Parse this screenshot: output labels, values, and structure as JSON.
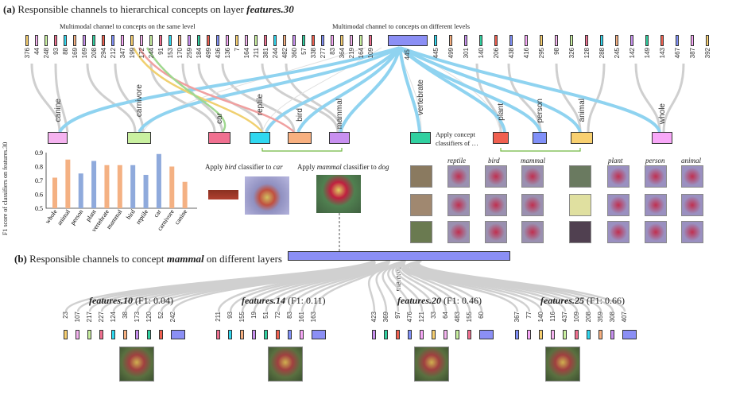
{
  "section_a": {
    "prefix": "(a)",
    "text": "Responsible channels to hierarchical concepts on layer ",
    "layer": "features.30"
  },
  "section_b": {
    "prefix": "(b)",
    "text": "Responsible channels to concept ",
    "concept": "mammal",
    "suffix": " on different layers"
  },
  "note_same_level": "Multimodal channel to concepts on the same level",
  "note_diff_levels": "Multimodal channel to concepts on different levels",
  "channels": [
    "376",
    "44",
    "248",
    "93",
    "88",
    "169",
    "169",
    "208",
    "294",
    "212",
    "347",
    "199",
    "172",
    "244",
    "91",
    "153",
    "170",
    "259",
    "184",
    "499",
    "436",
    "136",
    "7",
    "164",
    "211",
    "381",
    "244",
    "482",
    "360",
    "57",
    "338",
    "277",
    "83",
    "364",
    "219",
    "164",
    "109",
    "445",
    "499",
    "301",
    "140",
    "206",
    "438",
    "416",
    "295",
    "98",
    "326",
    "128",
    "288",
    "245",
    "142",
    "149",
    "143",
    "467",
    "387",
    "392"
  ],
  "big_channel": "445",
  "concepts": [
    {
      "label": "canine",
      "color": "#f5b3f0"
    },
    {
      "label": "carnivore",
      "color": "#c9f0a0"
    },
    {
      "label": "car",
      "color": "#f07090"
    },
    {
      "label": "reptile",
      "color": "#30d8f0"
    },
    {
      "label": "bird",
      "color": "#f8b080"
    },
    {
      "label": "mammal",
      "color": "#c890f0"
    },
    {
      "label": "vertebrate",
      "color": "#30d0a0"
    },
    {
      "label": "plant",
      "color": "#f06050"
    },
    {
      "label": "person",
      "color": "#8090f8"
    },
    {
      "label": "animal",
      "color": "#f8d070"
    },
    {
      "label": "whole",
      "color": "#f8a8f8"
    }
  ],
  "apply_concept": "Apply concept classifiers of …",
  "apply_bird": {
    "pre": "Apply ",
    "concept": "bird",
    "mid": " classifier to ",
    "target": "car"
  },
  "apply_mammal": {
    "pre": "Apply ",
    "concept": "mammal",
    "mid": " classifier to ",
    "target": "dog"
  },
  "heads_left": [
    "reptile",
    "bird",
    "mammal"
  ],
  "heads_right": [
    "plant",
    "person",
    "animal"
  ],
  "chart_data": {
    "type": "bar",
    "ylabel": "F1 score of classifiers on features.30",
    "ylim": [
      0.5,
      0.9
    ],
    "yticks": [
      "0.9",
      "0.8",
      "0.7",
      "0.6",
      "0.5"
    ],
    "categories": [
      "whole",
      "animal",
      "person",
      "plant",
      "vertebrate",
      "mammal",
      "bird",
      "reptile",
      "car",
      "carnivore",
      "canine"
    ],
    "values": [
      0.72,
      0.85,
      0.75,
      0.84,
      0.81,
      0.81,
      0.81,
      0.74,
      0.89,
      0.8,
      0.69
    ],
    "colors": [
      "#f4b183",
      "#f4b183",
      "#8faadc",
      "#8faadc",
      "#f4b183",
      "#f4b183",
      "#8faadc",
      "#8faadc",
      "#8faadc",
      "#f4b183",
      "#f4b183"
    ]
  },
  "mammal_label": "mammal",
  "layers": [
    {
      "name": "features.10",
      "f1": "(F1: 0.04)",
      "channels": [
        "23",
        "107",
        "217",
        "227",
        "124",
        "38",
        "173",
        "120",
        "52",
        "242"
      ]
    },
    {
      "name": "features.14",
      "f1": "(F1: 0.11)",
      "channels": [
        "211",
        "93",
        "155",
        "19",
        "51",
        "72",
        "83",
        "161",
        "163"
      ]
    },
    {
      "name": "features.20",
      "f1": "(F1: 0.46)",
      "channels": [
        "423",
        "369",
        "97",
        "476",
        "121",
        "33",
        "64",
        "483",
        "155",
        "60"
      ]
    },
    {
      "name": "features.25",
      "f1": "(F1: 0.66)",
      "channels": [
        "367",
        "77",
        "140",
        "116",
        "437",
        "109",
        "208",
        "359",
        "308",
        "407"
      ]
    }
  ]
}
